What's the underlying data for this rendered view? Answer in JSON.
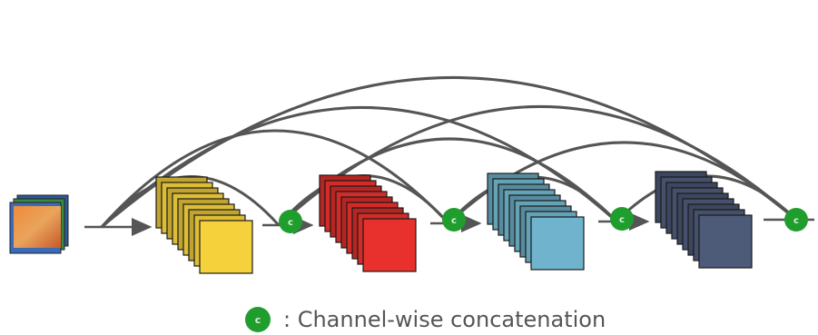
{
  "legend": {
    "symbol": "c",
    "text": ": Channel-wise concatenation"
  },
  "concat_symbol": "c",
  "colors": {
    "concat_node": "#1f9e2e",
    "arrow": "#555555",
    "block1": "#f5d23c",
    "block2": "#e8312c",
    "block3": "#6fb4cc",
    "block4": "#4d5a78"
  },
  "input_image_icon": "photo-thumbnail"
}
